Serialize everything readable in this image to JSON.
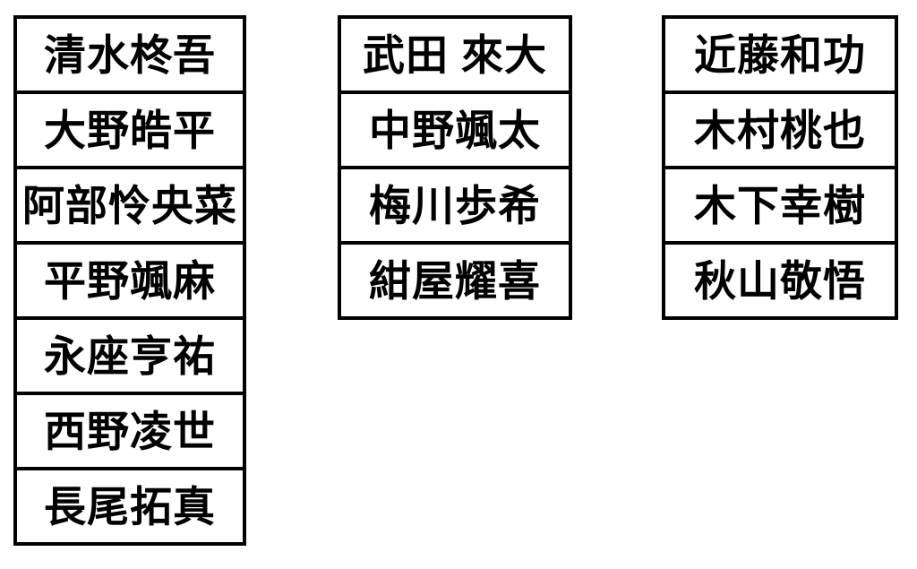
{
  "colors": {
    "background": "#ffffff",
    "boxFill": "#ffffff",
    "boxBorder": "#000000",
    "text": "#000000"
  },
  "columns": [
    {
      "names": [
        "清水柊吾",
        "大野皓平",
        "阿部怜央菜",
        "平野颯麻",
        "永座亨祐",
        "西野凌世",
        "長尾拓真"
      ]
    },
    {
      "names": [
        "武田 來大",
        "中野颯太",
        "梅川歩希",
        "紺屋耀喜"
      ]
    },
    {
      "names": [
        "近藤和功",
        "木村桃也",
        "木下幸樹",
        "秋山敬悟"
      ]
    }
  ]
}
